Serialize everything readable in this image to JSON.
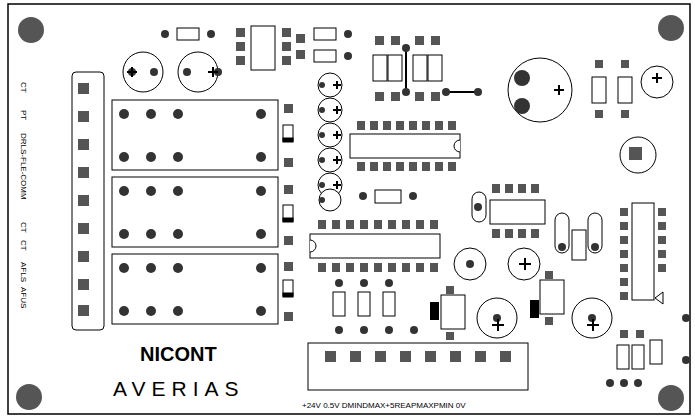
{
  "diagram": {
    "labels": [
      "CT",
      "PT",
      "DRLS-FLE-COMM",
      "CT",
      "CT",
      "AFLS",
      "AFUS",
      "NICONT",
      "AVERIAS",
      "+24V 0.5V DMINDMAX+5REAPMAXPMIN 0V"
    ]
  }
}
